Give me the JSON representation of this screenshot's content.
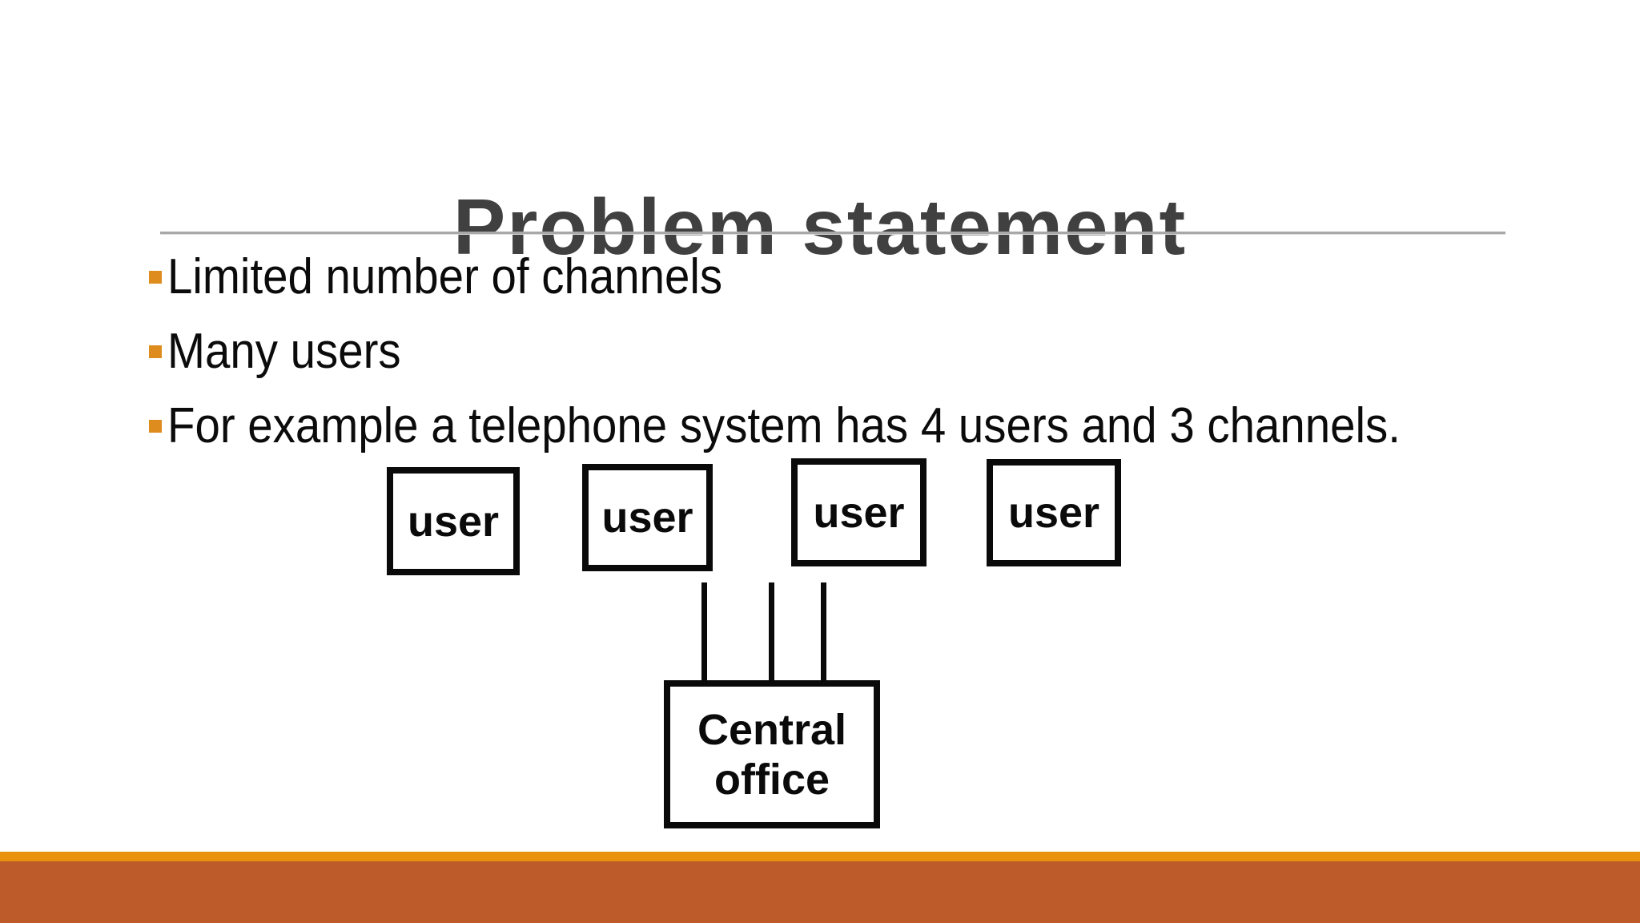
{
  "slide": {
    "title": "Problem statement",
    "bullets": [
      "Limited number of channels",
      "Many users",
      "For example a telephone system has 4 users and 3 channels."
    ],
    "diagram": {
      "users": [
        "user",
        "user",
        "user",
        "user"
      ],
      "central_office_label": "Central office",
      "channel_line_count": 3
    },
    "colors": {
      "title_gray": "#404040",
      "bullet_accent_orange": "#de8c1e",
      "divider_gray": "#a8a8a8",
      "diagram_black": "#0a0a0a",
      "footer_accent_orange": "#e8920e",
      "footer_dark_orange": "#bd5b2b",
      "background": "#ffffff"
    }
  }
}
